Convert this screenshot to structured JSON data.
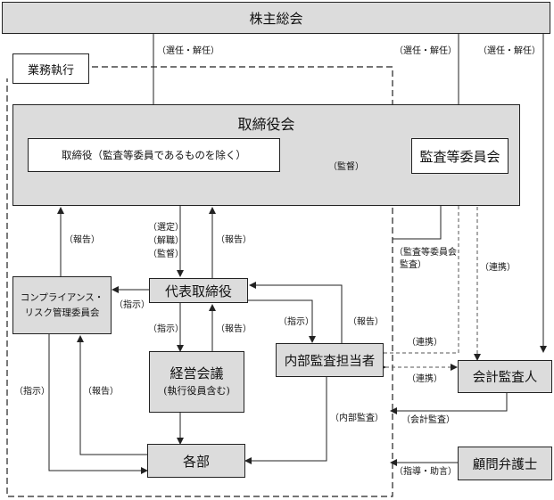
{
  "nodes": {
    "shareholders": "株主総会",
    "business_execution": "業務執行",
    "board": "取締役会",
    "directors_excluding_audit": "取締役（監査等委員であるものを除く）",
    "audit_committee": "監査等委員会",
    "representative_director": "代表取締役",
    "compliance_committee_line1": "コンプライアンス・",
    "compliance_committee_line2": "リスク管理委員会",
    "management_meeting_line1": "経営会議",
    "management_meeting_line2": "(執行役員含む)",
    "internal_audit": "内部監査担当者",
    "accounting_auditor": "会計監査人",
    "departments": "各部",
    "legal_counsel": "顧問弁護士"
  },
  "labels": {
    "appoint_dismiss": "（選任・解任）",
    "supervision": "（監督）",
    "report": "（報告）",
    "select": "（選定）",
    "dismiss": "（解職）",
    "supervise_short": "（監督）",
    "instruct": "（指示）",
    "cooperation": "（連携）",
    "audit_committee_audit_line1": "（監査等委員会",
    "audit_committee_audit_line2": "監査）",
    "internal_audit_action": "（内部監査）",
    "accounting_audit": "（会計監査）",
    "guidance_advice": "（指導・助言）"
  }
}
